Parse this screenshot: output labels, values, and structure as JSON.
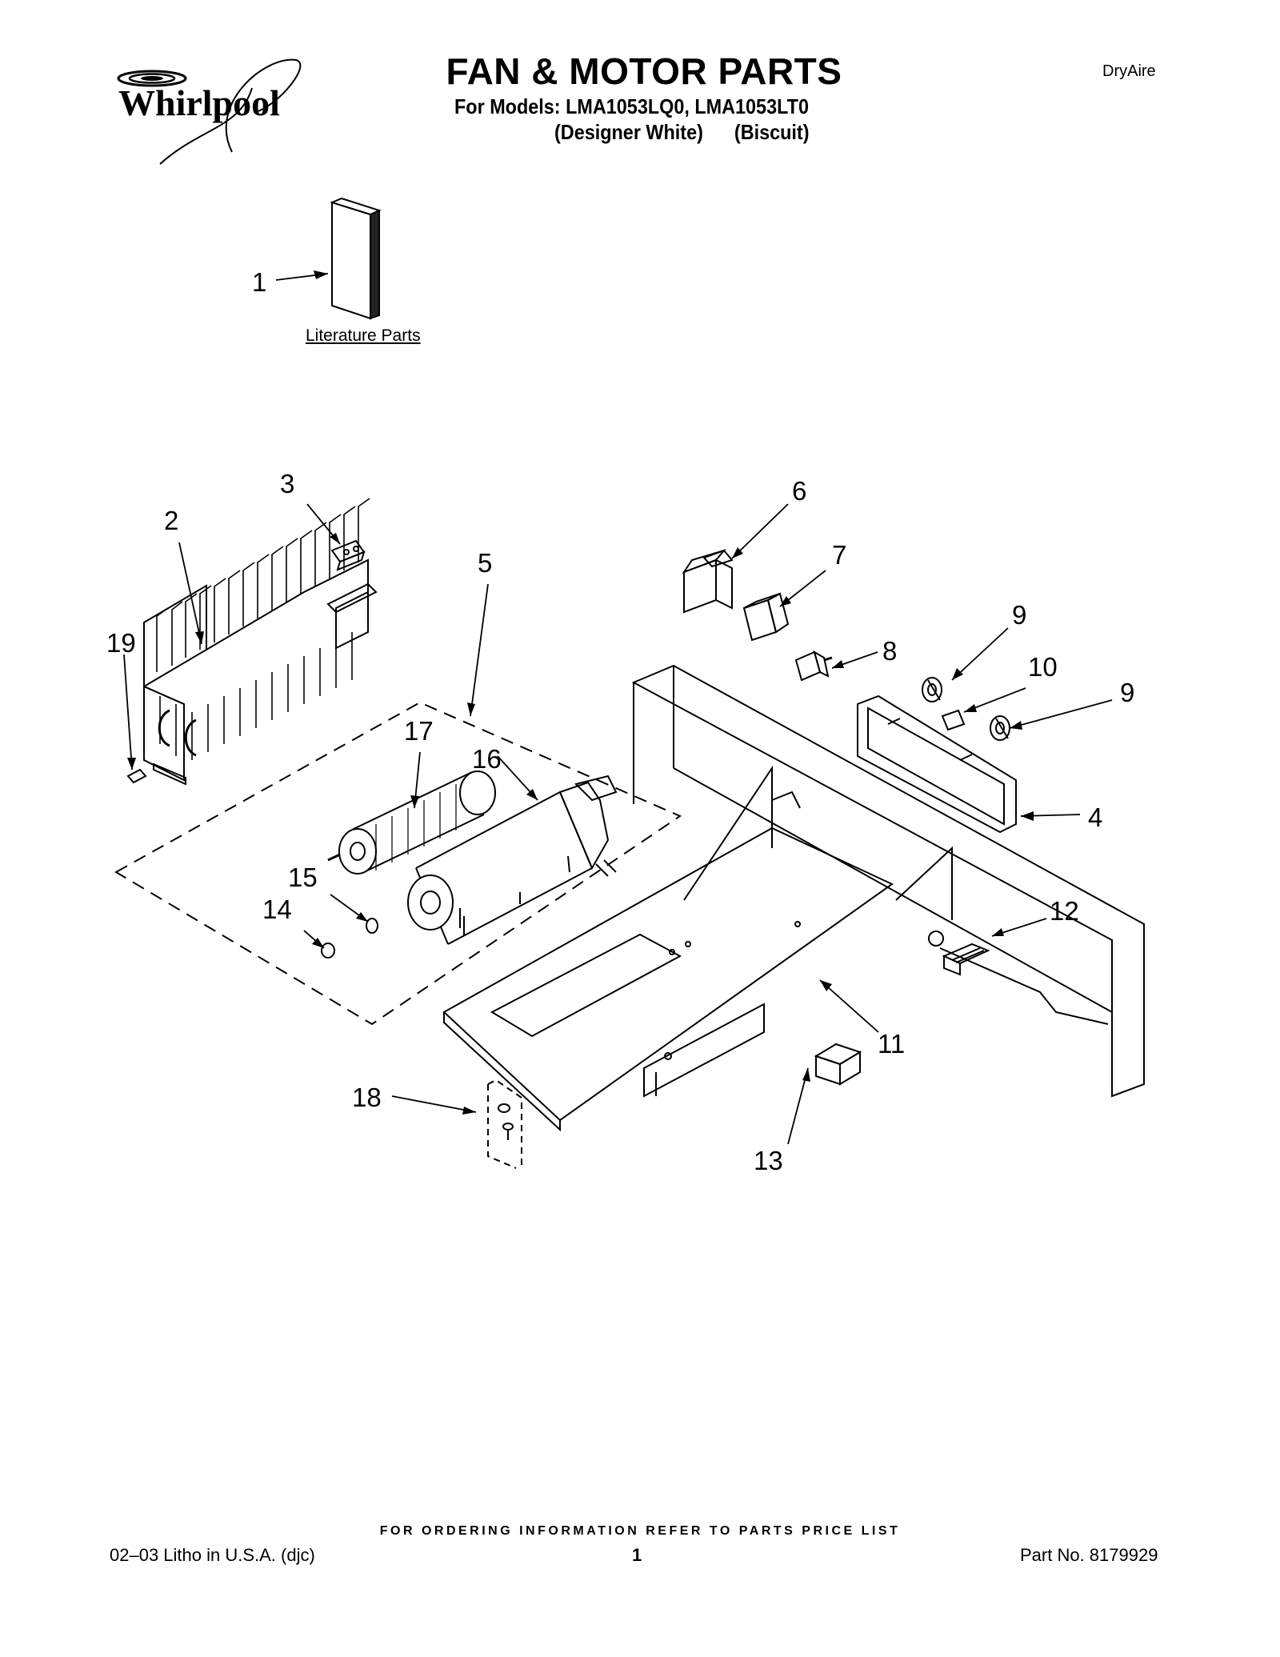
{
  "header": {
    "title": "FAN & MOTOR PARTS",
    "models_line": "For Models: LMA1053LQ0, LMA1053LT0",
    "variants_line": "(Designer White)      (Biscuit)",
    "product_line": "DryAire",
    "logo_text": "Whirlpool"
  },
  "diagram": {
    "literature_label": "Literature Parts",
    "callouts": {
      "c1": "1",
      "c2": "2",
      "c3": "3",
      "c4": "4",
      "c5": "5",
      "c6": "6",
      "c7": "7",
      "c8": "8",
      "c9a": "9",
      "c9b": "9",
      "c10": "10",
      "c11": "11",
      "c12": "12",
      "c13": "13",
      "c14": "14",
      "c15": "15",
      "c16": "16",
      "c17": "17",
      "c18": "18",
      "c19": "19"
    }
  },
  "footer": {
    "ordering_note": "FOR ORDERING INFORMATION REFER TO PARTS PRICE LIST",
    "litho": "02–03 Litho in U.S.A. (djc)",
    "page_number": "1",
    "part_number": "Part No. 8179929"
  }
}
